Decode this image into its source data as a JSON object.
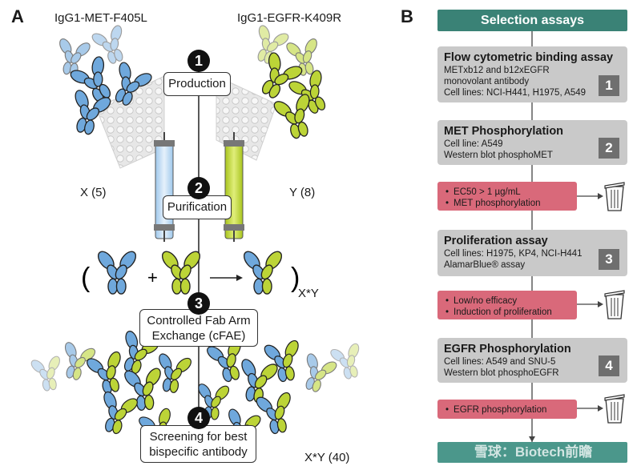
{
  "panel_a": {
    "letter": "A",
    "left_molecule": "IgG1-MET-F405L",
    "right_molecule": "IgG1-EGFR-K409R",
    "x_label": "X (5)",
    "y_label": "Y (8)",
    "xy_label": "X*Y",
    "xy_count_label": "X*Y (40)",
    "steps": [
      {
        "num": "1",
        "lines": [
          "Production"
        ]
      },
      {
        "num": "2",
        "lines": [
          "Purification"
        ]
      },
      {
        "num": "3",
        "lines": [
          "Controlled Fab Arm",
          "Exchange (cFAE)"
        ]
      },
      {
        "num": "4",
        "lines": [
          "Screening for best",
          "bispecific antibody"
        ]
      }
    ],
    "colors": {
      "blue": "#6fa8dc",
      "green": "#bcd437"
    }
  },
  "panel_b": {
    "letter": "B",
    "header": "Selection assays",
    "assays": [
      {
        "title": "Flow cytometric binding assay",
        "details": [
          "METxb12 and b12xEGFR",
          "monovolant antibody",
          "Cell lines: NCI-H441, H1975, A549"
        ],
        "num": "1"
      },
      {
        "title": "MET Phosphorylation",
        "details": [
          "Cell line: A549",
          "Western blot phosphoMET"
        ],
        "num": "2"
      },
      {
        "title": "Proliferation assay",
        "details": [
          "Cell lines: H1975, KP4, NCI-H441",
          "AlamarBlue® assay"
        ],
        "num": "3"
      },
      {
        "title": "EGFR Phosphorylation",
        "details": [
          "Cell lines: A549 and SNU-5",
          "Western blot phosphoEGFR"
        ],
        "num": "4"
      }
    ],
    "rejects": [
      {
        "items": [
          "EC50 > 1 µg/mL",
          "MET phosphorylation"
        ]
      },
      {
        "items": [
          "Low/no efficacy",
          "Induction of proliferation"
        ]
      },
      {
        "items": [
          "EGFR phosphorylation"
        ]
      }
    ],
    "watermark": "雪球：Biotech前瞻",
    "colors": {
      "header": "#3a8276",
      "assay": "#c9c9c9",
      "reject": "#d9697a",
      "badge": "#6f6f6f"
    }
  }
}
